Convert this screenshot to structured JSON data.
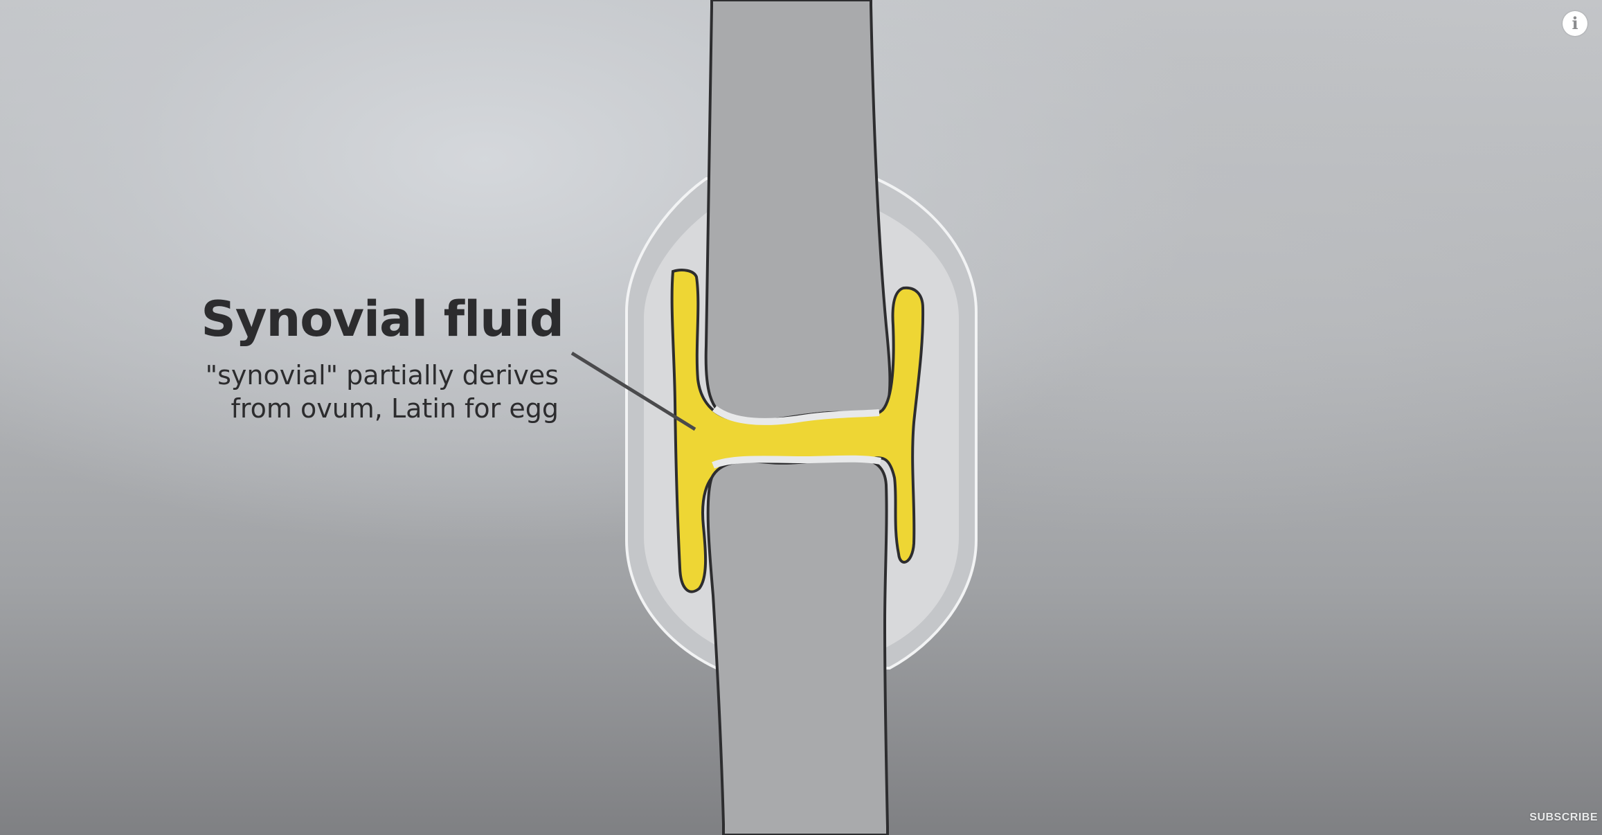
{
  "annotation": {
    "title": "Synovial fluid",
    "subtitle_line1": "\"synovial\" partially derives",
    "subtitle_line2": "from ovum, Latin for egg"
  },
  "overlay": {
    "info_icon": "info-icon",
    "info_glyph": "i",
    "subscribe_label": "SUBSCRIBE"
  },
  "colors": {
    "fluid": "#eed634",
    "capsule_outline": "#f2f3f4",
    "capsule_fill": "#d6d7d9",
    "bone": "#a6a7a9",
    "ink": "#2c2c2e"
  }
}
